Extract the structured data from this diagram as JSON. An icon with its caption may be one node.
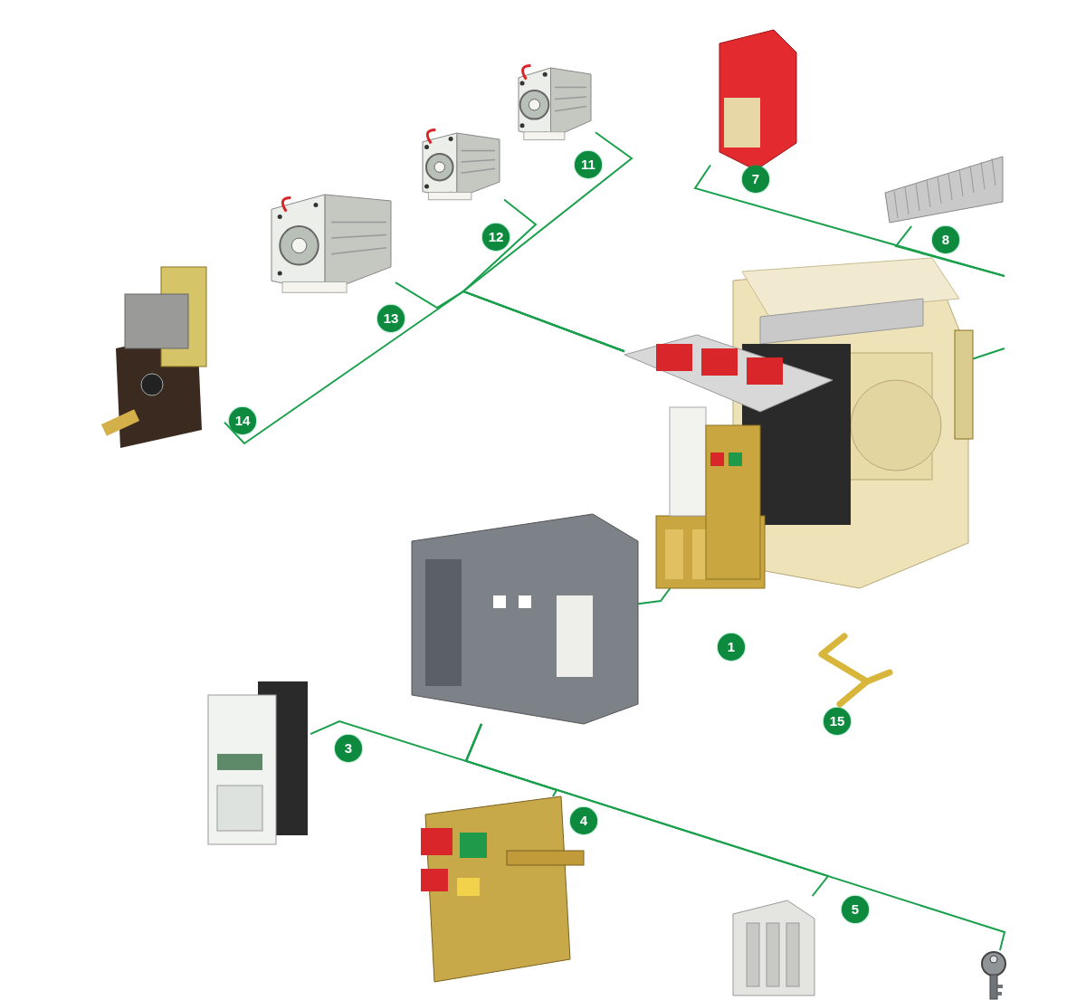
{
  "diagram": {
    "nodes": [
      {
        "text": [],
        "shape": "picture",
        "beside": [
          "1"
        ]
      },
      {
        "text": [],
        "shape": "picture",
        "beside": [
          "11"
        ]
      },
      {
        "text": [],
        "shape": "picture",
        "beside": [
          "12"
        ]
      },
      {
        "text": [],
        "shape": "picture",
        "beside": [
          "13"
        ]
      },
      {
        "text": [],
        "shape": "picture",
        "beside": [
          "14"
        ]
      },
      {
        "text": [],
        "shape": "picture",
        "beside": [
          "7"
        ]
      },
      {
        "text": [],
        "shape": "picture",
        "beside": [
          "8"
        ]
      },
      {
        "text": [],
        "shape": "picture"
      },
      {
        "text": [],
        "shape": "picture",
        "beside": [
          "3"
        ]
      },
      {
        "text": [],
        "shape": "picture",
        "beside": [
          "4"
        ]
      },
      {
        "text": [],
        "shape": "picture",
        "beside": [
          "5"
        ]
      },
      {
        "text": [],
        "shape": "picture"
      },
      {
        "text": [],
        "shape": "picture",
        "beside": [
          "15"
        ]
      }
    ],
    "edges": [
      {
        "from": 1,
        "to": 0,
        "arrow": "none"
      },
      {
        "from": 2,
        "to": 0,
        "arrow": "none"
      },
      {
        "from": 3,
        "to": 0,
        "arrow": "none"
      },
      {
        "from": 4,
        "to": 0,
        "arrow": "none"
      },
      {
        "from": 5,
        "to": null,
        "arrow": "none"
      },
      {
        "from": 6,
        "to": null,
        "arrow": "none"
      },
      {
        "from": 0,
        "to": null,
        "arrow": "none"
      },
      {
        "from": 7,
        "to": 0,
        "arrow": "none"
      },
      {
        "from": 8,
        "to": 7,
        "arrow": "none"
      },
      {
        "from": 9,
        "to": 7,
        "arrow": "none"
      },
      {
        "from": 10,
        "to": 7,
        "arrow": "none"
      },
      {
        "from": 11,
        "to": 7,
        "arrow": "none"
      }
    ]
  }
}
